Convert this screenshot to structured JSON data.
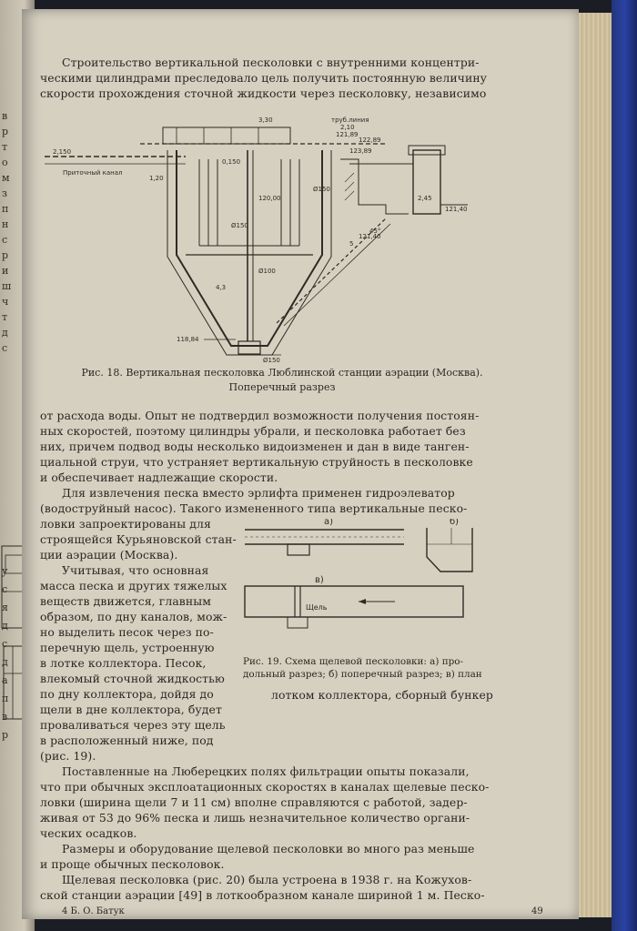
{
  "intro_lines": [
    "Строительство вертикальной песколовки с внутренними концентри-",
    "ческими цилиндрами преследовало цель получить постоянную величину",
    "скорости прохождения сточной жидкости через песколовку, независимо"
  ],
  "fig18": {
    "dims": {
      "d330": "3,30",
      "d210": "2,10",
      "d121": "121,89",
      "d122": "122,89",
      "d123": "123,89",
      "d2150": "2,150",
      "d2140": "121,40",
      "d2120": "1,20",
      "d2200": "0,150",
      "d245": "2,45",
      "d2100": "120,00",
      "d0300": "Ø150",
      "d0200": "Ø150",
      "d0100": "Ø100",
      "d1184": "118,84",
      "d0150b": "Ø150",
      "d4": "4,3",
      "d45": "45°",
      "d5": "5",
      "d1189": "121,40"
    },
    "labels": {
      "label_top": "труб.линия",
      "label_left": "Приточный канал"
    },
    "caption_line1": "Рис. 18. Вертикальная песколовка Люблинской станции аэрации (Москва).",
    "caption_line2": "Поперечный разрез"
  },
  "body_lines": [
    "от расхода воды. Опыт не подтвердил возможности получения постоян-",
    "ных скоростей, поэтому цилиндры убрали, и песколовка работает без",
    "них, причем подвод воды несколько видоизменен и дан в виде танген-",
    "циальной струи, что устраняет вертикальную струйность в песколовке",
    "и обеспечивает надлежащие скорости.",
    "Для извлечения песка вместо эрлифта применен гидроэлеватор",
    "(водоструйный насос). Такого измененного типа вертикальные песко-"
  ],
  "narrow_lines": [
    "ловки запроектированы для",
    "строящейся Курьяновской стан-",
    "ции аэрации (Москва).",
    "Учитывая, что основная",
    "масса песка и других тяжелых",
    "веществ движется, главным",
    "образом, по дну каналов, мож-",
    "но выделить песок через по-",
    "перечную щель, устроенную",
    "в лотке коллектора. Песок,",
    "влекомый сточной жидкостью",
    "по дну коллектора, дойдя до",
    "щели в дне коллектора, будет",
    "проваливаться через эту щель",
    "в расположенный ниже, под"
  ],
  "fig19": {
    "label_a": "а)",
    "label_b": "б)",
    "label_v": "в)",
    "slot_label": "Щель",
    "caption_line1": "Рис. 19. Схема щелевой песколовки: а) про-",
    "caption_line2": "дольный разрез; б) поперечный разрез; в) план"
  },
  "continuation_line": "лотком коллектора, сборный бункер",
  "tail_lines": [
    "(рис. 19).",
    "Поставленные на Люберецких полях фильтрации опыты показали,",
    "что при обычных эксплоатационных скоростях в каналах щелевые песко-",
    "ловки (ширина щели 7 и 11 см) вполне справляются с работой, задер-",
    "живая от 53 до 96% песка и лишь незначительное количество органи-",
    "ческих осадков.",
    "Размеры и оборудование щелевой песколовки во много раз меньше",
    "и проще обычных песколовок.",
    "Щелевая песколовка (рис. 20) была устроена в 1938 г. на Кожухов-",
    "ской станции аэрации [49] в лоткообразном канале шириной 1 м. Песко-"
  ],
  "footer": {
    "signature": "4  Б. О. Батук",
    "page_number": "49"
  },
  "left_page_lines": [
    "в",
    "р",
    "т",
    "о",
    "м",
    "з",
    "п",
    "н",
    "с",
    "р",
    "и",
    "ш",
    "ч",
    "т",
    "д",
    "с",
    "у",
    "с",
    "я",
    "д",
    "с",
    "д",
    "а",
    "п",
    "в",
    "р"
  ]
}
